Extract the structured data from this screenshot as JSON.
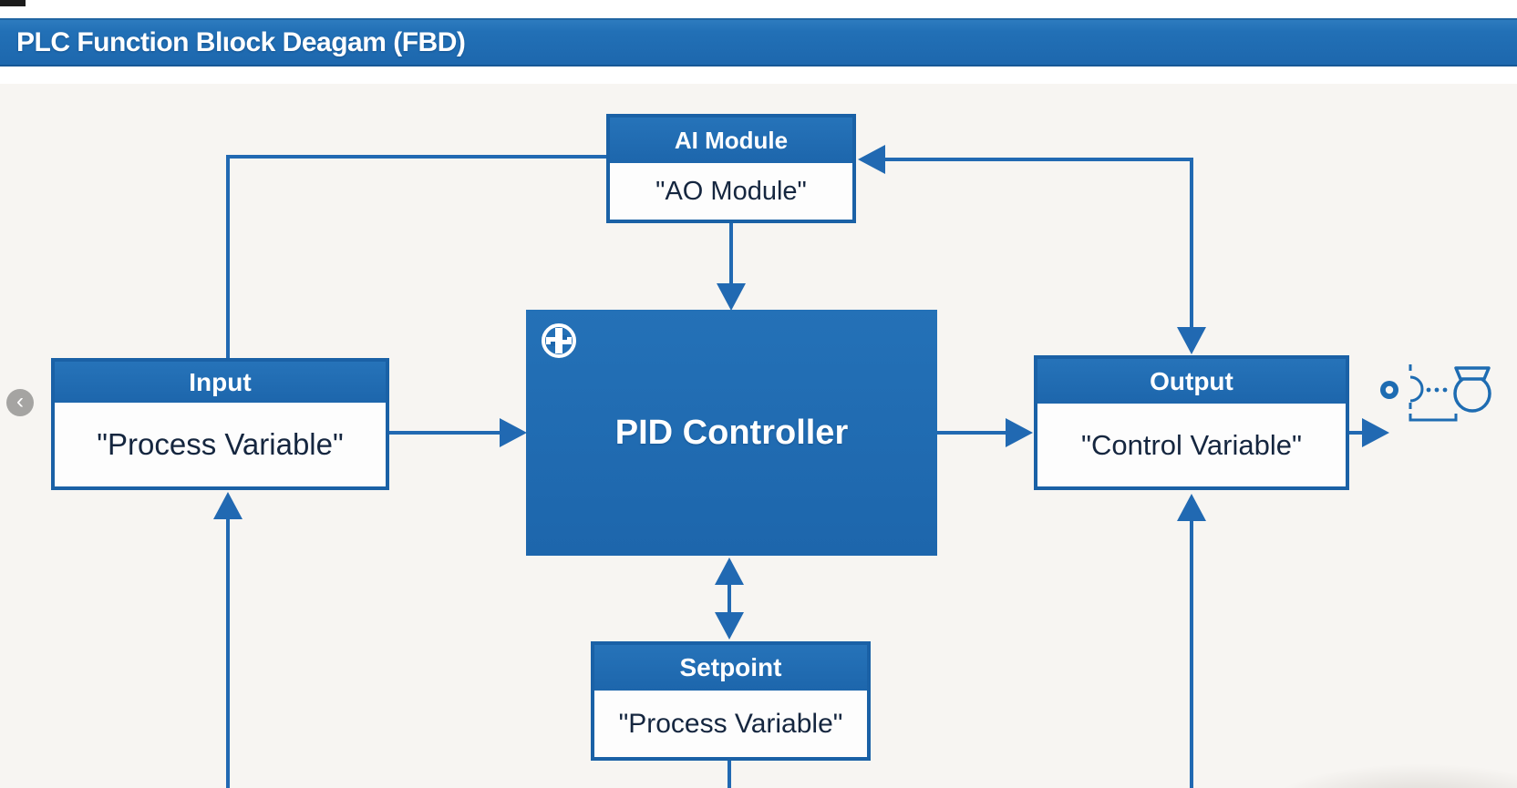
{
  "title_bar": {
    "title": "PLC Function Blιock Deagam (FBD)"
  },
  "blocks": {
    "ai_module": {
      "header": "AI Module",
      "body": "\"AO Module\""
    },
    "input": {
      "header": "Input",
      "body": "\"Process Variable\""
    },
    "pid": {
      "label": "PID Controller"
    },
    "output": {
      "header": "Output",
      "body": "\"Control Variable\""
    },
    "setpoint": {
      "header": "Setpoint",
      "body": "\"Process Variable\""
    }
  },
  "nav": {
    "prev_glyph": "‹"
  },
  "icons": {
    "pid_badge": "checkered-circle",
    "prev_button": "chevron-left",
    "right_symbols": [
      "ring-port",
      "dashed-sensor-arc",
      "ellipsis-dots",
      "pump-symbol",
      "bracket"
    ]
  },
  "colors": {
    "primary_blue": "#1e6cb2",
    "line_blue": "#2169b2",
    "header_blue": "#1d66ac",
    "text_navy": "#15263f",
    "canvas": "#f7f5f2",
    "button_gray": "#a5a4a2"
  }
}
